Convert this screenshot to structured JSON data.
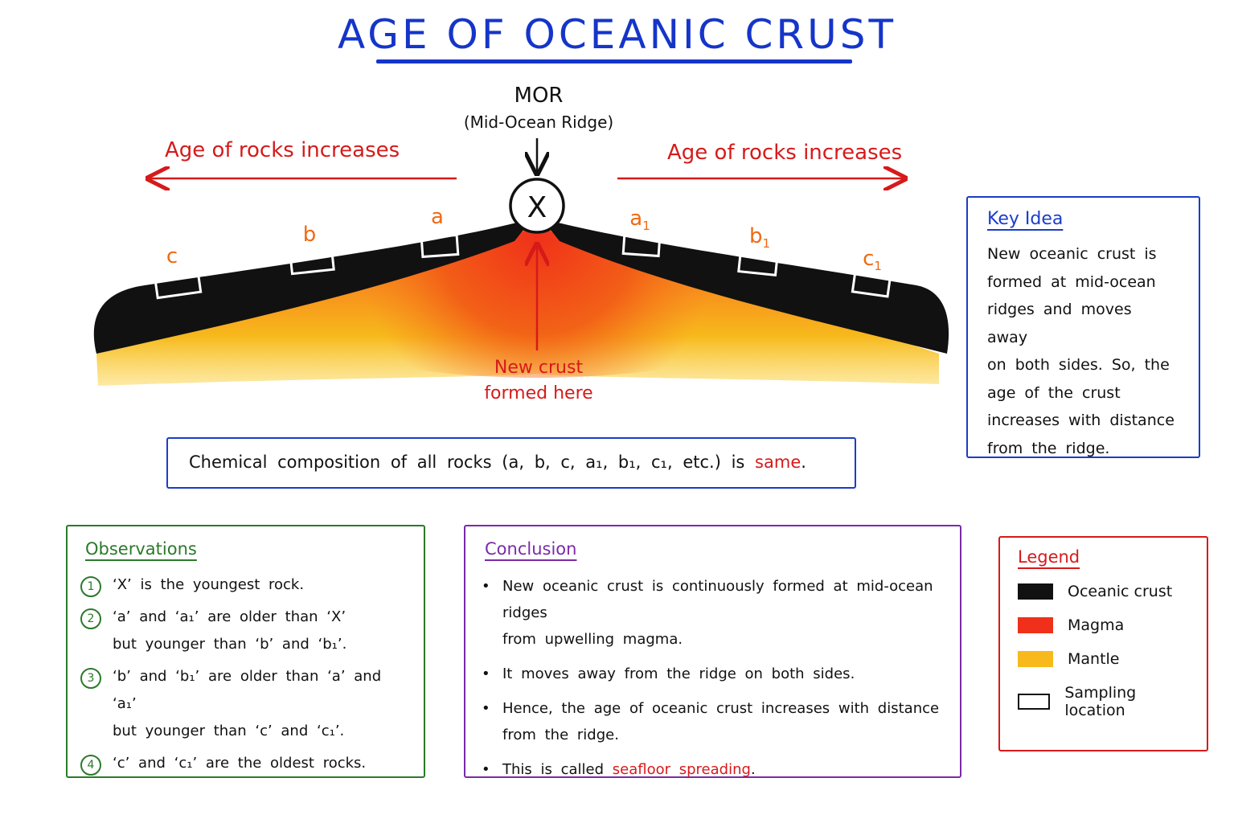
{
  "title": "AGE OF OCEANIC CRUST",
  "mor": {
    "label": "MOR",
    "sub": "(Mid-Ocean Ridge)",
    "center": "X"
  },
  "age_left": "Age of rocks increases",
  "age_right": "Age of rocks increases",
  "new_crust": [
    "New crust",
    "formed here"
  ],
  "samples_left": [
    "c",
    "b",
    "a"
  ],
  "samples_right": [
    "a",
    "b",
    "c"
  ],
  "samples_right_sub": "1",
  "chemical": {
    "text": "Chemical composition of all rocks (a, b, c, a₁, b₁, c₁, etc.) is",
    "emph": "same",
    "end": "."
  },
  "key_idea": {
    "title": "Key Idea",
    "lines": [
      "New oceanic crust is",
      "formed at mid-ocean",
      "ridges and moves away",
      "on both sides. So, the",
      "age of the crust",
      "increases with distance",
      "from the ridge."
    ]
  },
  "observations": {
    "title": "Observations",
    "items": [
      {
        "num": "1",
        "lines": [
          "‘X’ is the youngest rock."
        ]
      },
      {
        "num": "2",
        "lines": [
          "‘a’ and ‘a₁’ are older than ‘X’",
          "but younger than ‘b’ and ‘b₁’."
        ]
      },
      {
        "num": "3",
        "lines": [
          "‘b’ and ‘b₁’ are older than ‘a’ and ‘a₁’",
          "but younger than ‘c’ and ‘c₁’."
        ]
      },
      {
        "num": "4",
        "lines": [
          "‘c’ and ‘c₁’ are the oldest rocks."
        ]
      }
    ]
  },
  "conclusion": {
    "title": "Conclusion",
    "items": [
      [
        "New oceanic crust is continuously formed at mid-ocean ridges",
        "from upwelling magma."
      ],
      [
        "It moves away from the ridge on both sides."
      ],
      [
        "Hence, the age of oceanic crust increases with distance",
        "from the ridge."
      ]
    ],
    "last_prefix": "This is called",
    "last_emph": "seafloor spreading",
    "last_end": "."
  },
  "legend": {
    "title": "Legend",
    "items": [
      {
        "label": "Oceanic crust",
        "color": "#111111"
      },
      {
        "label": "Magma",
        "color": "#f0301a"
      },
      {
        "label": "Mantle",
        "color": "#f7b91c"
      },
      {
        "label": "Sampling location",
        "color": "#ffffff"
      }
    ]
  },
  "colors": {
    "title": "#1535c9",
    "red": "#d61a1a",
    "orange": "#f06a12",
    "green": "#2a7a2a",
    "purple": "#7a2aa8"
  }
}
